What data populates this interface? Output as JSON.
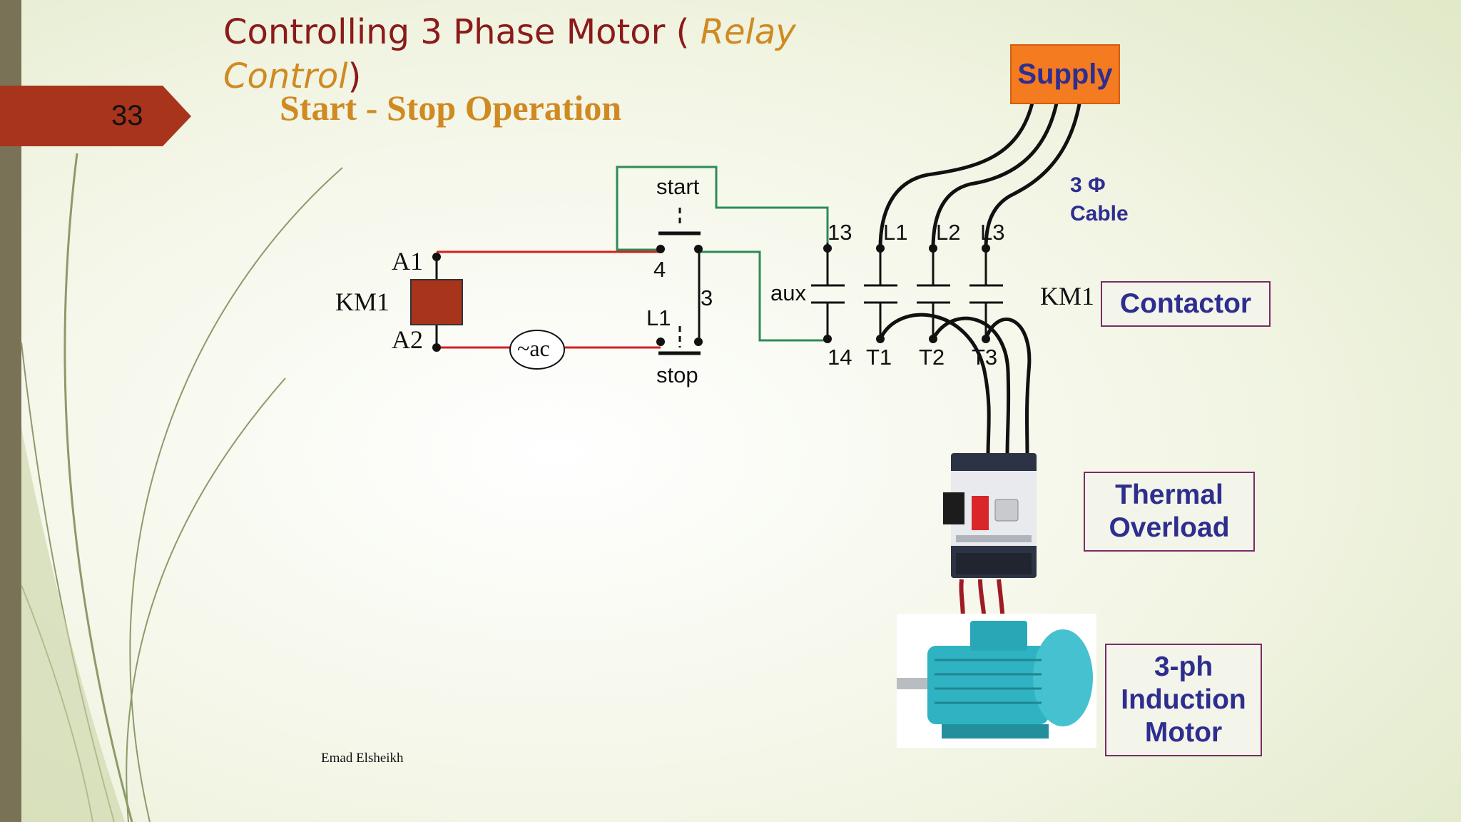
{
  "slide": {
    "number": "33",
    "title_part1": "Controlling 3 Phase Motor ( ",
    "title_italic_1": "Relay",
    "title_italic_2": "Control",
    "title_close": ")",
    "subtitle": "Start - Stop Operation",
    "author": "Emad Elsheikh"
  },
  "control_circuit": {
    "coil_label": "KM1",
    "a1": "A1",
    "a2": "A2",
    "source": "~ac",
    "start": "start",
    "stop": "stop",
    "term_4": "4",
    "term_3": "3",
    "term_L1": "L1",
    "aux": "aux",
    "term_13": "13",
    "term_14": "14"
  },
  "power_circuit": {
    "L1": "L1",
    "L2": "L2",
    "L3": "L3",
    "T1": "T1",
    "T2": "T2",
    "T3": "T3",
    "contactor_tag": "KM1",
    "supply": "Supply",
    "cable_line1": "3 Φ",
    "cable_line2": "Cable"
  },
  "callouts": {
    "contactor": "Contactor",
    "thermal_1": "Thermal",
    "thermal_2": "Overload",
    "motor_1": "3-ph",
    "motor_2": "Induction",
    "motor_3": "Motor"
  },
  "colors": {
    "accent_red": "#a8341b",
    "coil_fill": "#a8341b",
    "red_wire": "#d32020",
    "green_wire": "#2e8b57",
    "label_blue": "#2e2e8f",
    "supply_orange": "#f47b20",
    "motor_teal": "#2fb3c2"
  }
}
